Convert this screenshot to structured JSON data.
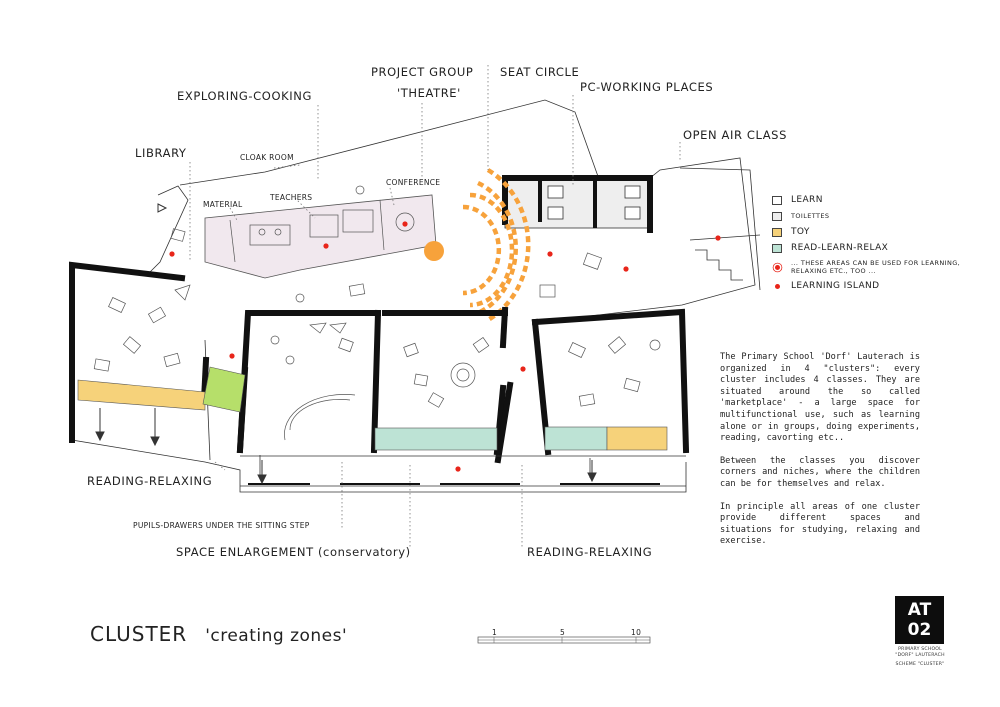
{
  "labels": {
    "project_group": "PROJECT GROUP",
    "theatre": "'THEATRE'",
    "seat_circle": "SEAT CIRCLE",
    "pc_working": "PC-WORKING PLACES",
    "exploring_cooking": "EXPLORING-COOKING",
    "open_air_class": "OPEN AIR CLASS",
    "library": "LIBRARY",
    "cloak_room": "CLOAK ROOM",
    "teachers": "TEACHERS",
    "material": "MATERIAL",
    "conference": "CONFERENCE",
    "reading_relaxing_left": "READING-RELAXING",
    "pupils_drawers": "PUPILS-DRAWERS UNDER THE SITTING STEP",
    "space_enlargement": "SPACE ENLARGEMENT (conservatory)",
    "reading_relaxing_right": "READING-RELAXING"
  },
  "legend": [
    {
      "label": "LEARN",
      "color": "#ffffff",
      "kind": "swatch",
      "size": "normal"
    },
    {
      "label": "TOILETTES",
      "color": "#eeeeee",
      "kind": "swatch",
      "size": "small"
    },
    {
      "label": "TOY",
      "color": "#f6d27a",
      "kind": "swatch",
      "size": "normal"
    },
    {
      "label": "READ-LEARN-RELAX",
      "color": "#bde3d5",
      "kind": "swatch",
      "size": "normal"
    },
    {
      "label": "... THESE AREAS CAN BE USED FOR LEARNING, RELAXING ETC., TOO ...",
      "color": "#e8251a",
      "kind": "dot-outline",
      "size": "small"
    },
    {
      "label": "LEARNING ISLAND",
      "color": "#e8251a",
      "kind": "dot",
      "size": "normal"
    }
  ],
  "description": [
    "The Primary School 'Dorf' Lauterach is organized in 4 \"clusters\": every cluster includes 4 classes. They are situated around the so called 'marketplace' - a large space for multifunctional use, such as learning alone or in groups, doing experiments, reading, cavorting etc..",
    "Between the classes you discover corners and niches, where the children can be for themselves and relax.",
    "In principle all areas of one cluster provide different spaces and situations for studying, relaxing and exercise."
  ],
  "title": {
    "main": "CLUSTER",
    "sub": "'creating zones'"
  },
  "scale": {
    "ticks": [
      "1",
      "5",
      "10"
    ]
  },
  "badge": {
    "line1": "AT",
    "line2": "02"
  },
  "badge_meta": {
    "line1": "PRIMARY SCHOOL",
    "line2": "\"DORF\" LAUTERACH",
    "line3": "SCHEME \"CLUSTER\""
  },
  "colors": {
    "toy": "#f6d27a",
    "read_learn_relax": "#bde3d5",
    "staff_area": "#f1e8ee",
    "toilettes": "#eeeeee",
    "green_niche": "#b6df6a",
    "seat_circle": "#f7a23b",
    "learning_island": "#e8251a",
    "walls": "#111111"
  }
}
